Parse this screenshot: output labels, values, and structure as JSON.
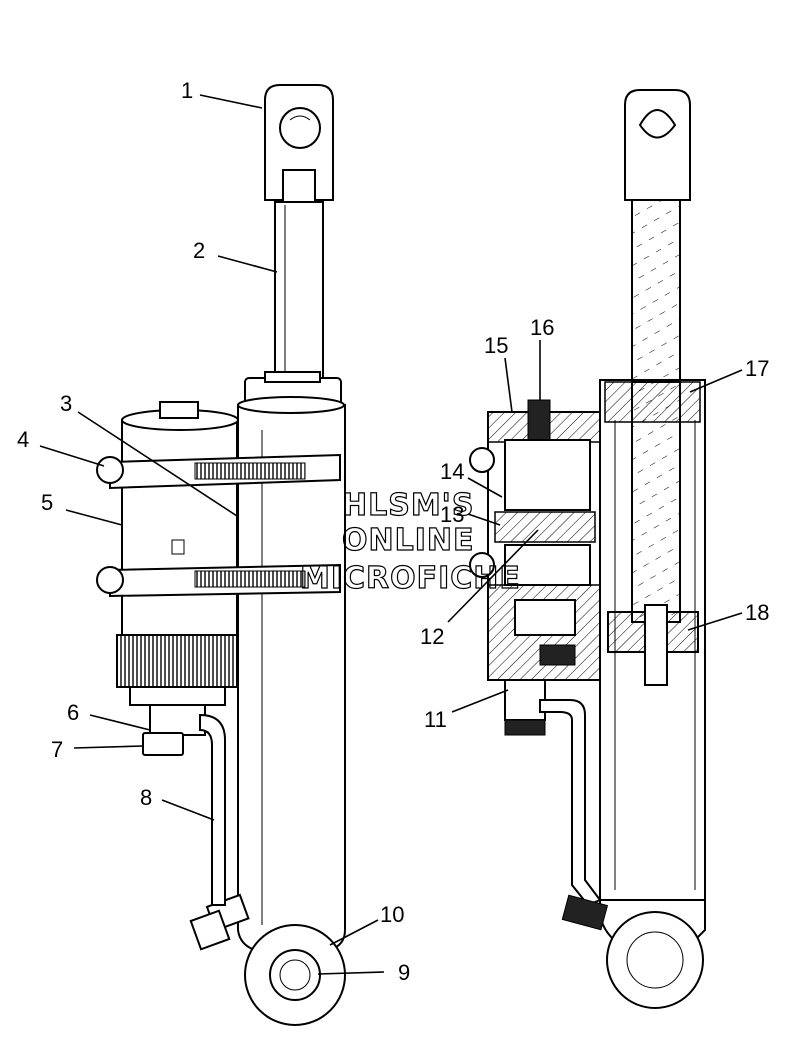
{
  "callouts": [
    {
      "id": "1",
      "label": "1"
    },
    {
      "id": "2",
      "label": "2"
    },
    {
      "id": "3",
      "label": "3"
    },
    {
      "id": "4",
      "label": "4"
    },
    {
      "id": "5",
      "label": "5"
    },
    {
      "id": "6",
      "label": "6"
    },
    {
      "id": "7",
      "label": "7"
    },
    {
      "id": "8",
      "label": "8"
    },
    {
      "id": "9",
      "label": "9"
    },
    {
      "id": "10",
      "label": "10"
    },
    {
      "id": "11",
      "label": "11"
    },
    {
      "id": "12",
      "label": "12"
    },
    {
      "id": "13",
      "label": "13"
    },
    {
      "id": "14",
      "label": "14"
    },
    {
      "id": "15",
      "label": "15"
    },
    {
      "id": "16",
      "label": "16"
    },
    {
      "id": "17",
      "label": "17"
    },
    {
      "id": "18",
      "label": "18"
    }
  ],
  "watermark": {
    "line1": "HLSM'S",
    "line2": "ONLINE",
    "line3": "MICROFICHE"
  }
}
